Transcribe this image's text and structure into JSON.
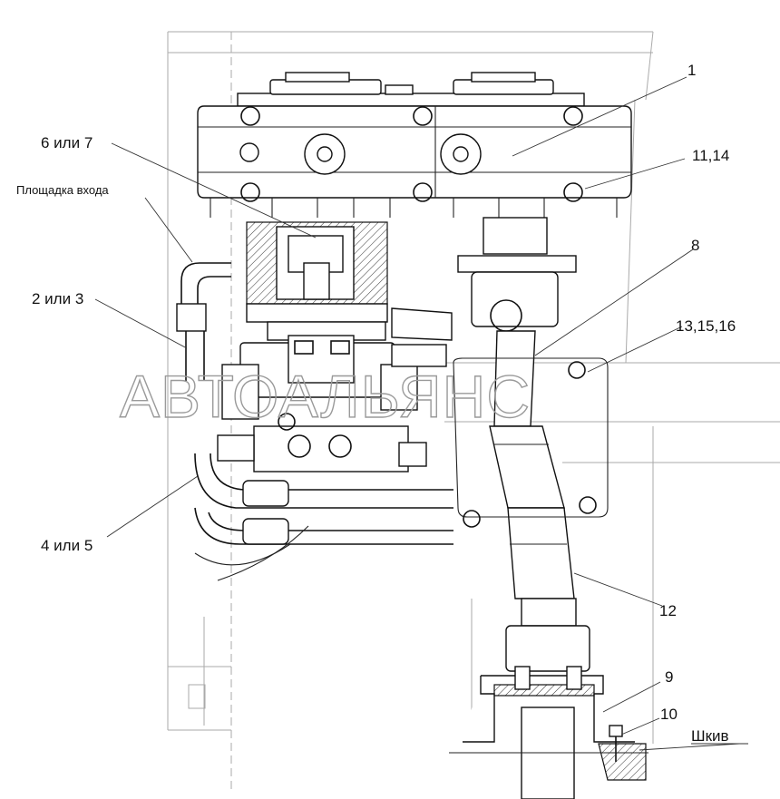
{
  "labels": {
    "l1": "1",
    "l6or7": "6 или 7",
    "l11_14": "11,14",
    "platform": "Площадка входа",
    "l8": "8",
    "l2or3": "2 или 3",
    "l13_15_16": "13,15,16",
    "l4or5": "4 или 5",
    "l12": "12",
    "l9": "9",
    "l10": "10",
    "pulley": "Шкив"
  },
  "watermark": "АВТОАЛЬЯНС"
}
